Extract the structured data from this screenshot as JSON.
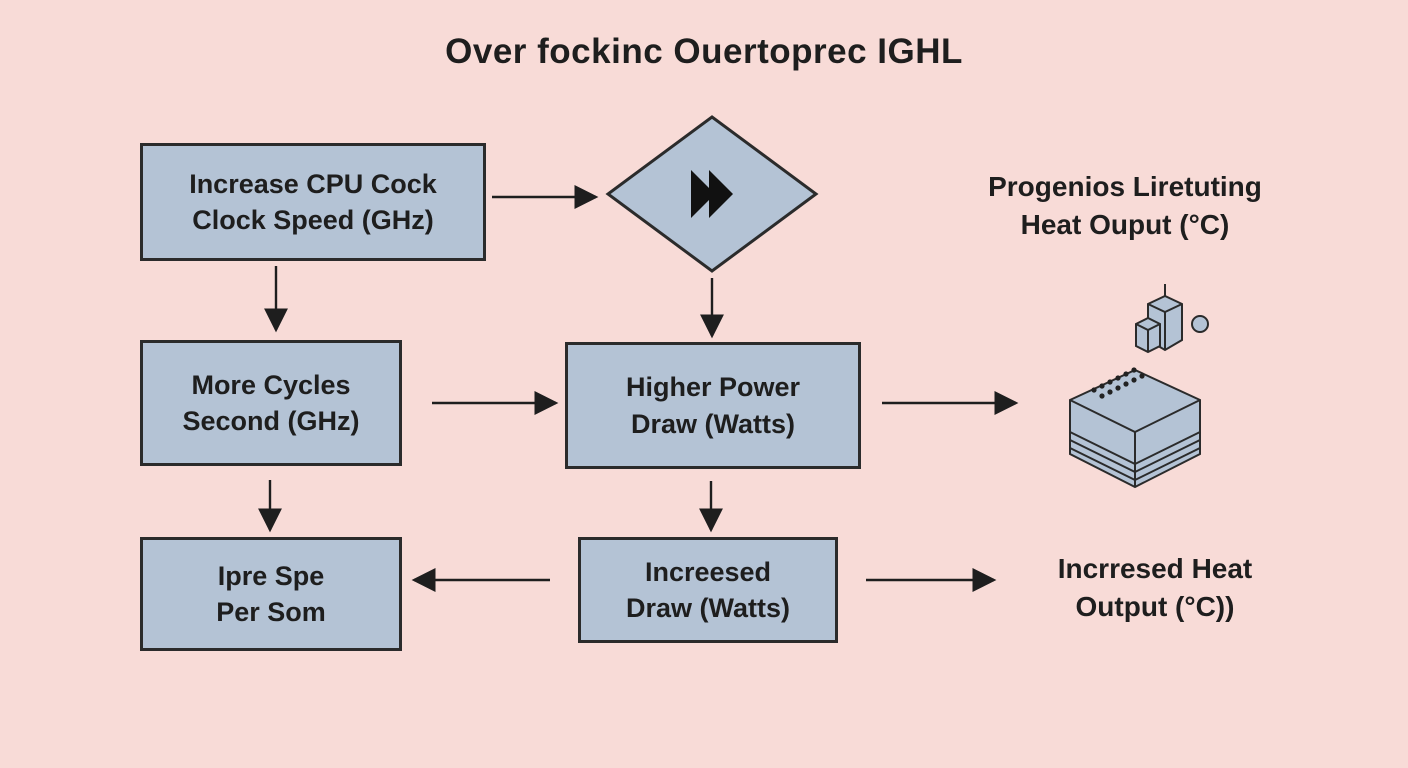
{
  "title": "Over fockinc Ouertoprec IGHL",
  "colors": {
    "background": "#f8dbd7",
    "box_fill": "#b4c3d5",
    "box_border": "#2b2b2b",
    "text": "#1e1e1e"
  },
  "nodes": {
    "increase_clock": "Increase CPU Cock\nClock Speed (GHz)",
    "more_cycles": "More Cycles\nSecond (GHz)",
    "higher_power": "Higher Power\nDraw (Watts)",
    "ipre_spe": "Ipre Spe\nPer Som",
    "increased_draw": "Increesed\nDraw (Watts)"
  },
  "labels": {
    "heat_output_top": "Progenios Liretuting\nHeat Ouput (°C)",
    "heat_output_bottom": "Incrresed Heat\nOutput (°C))"
  },
  "icons": {
    "diamond_icon": "fast-forward-icon",
    "chip_icon": "cpu-chip-icon"
  }
}
